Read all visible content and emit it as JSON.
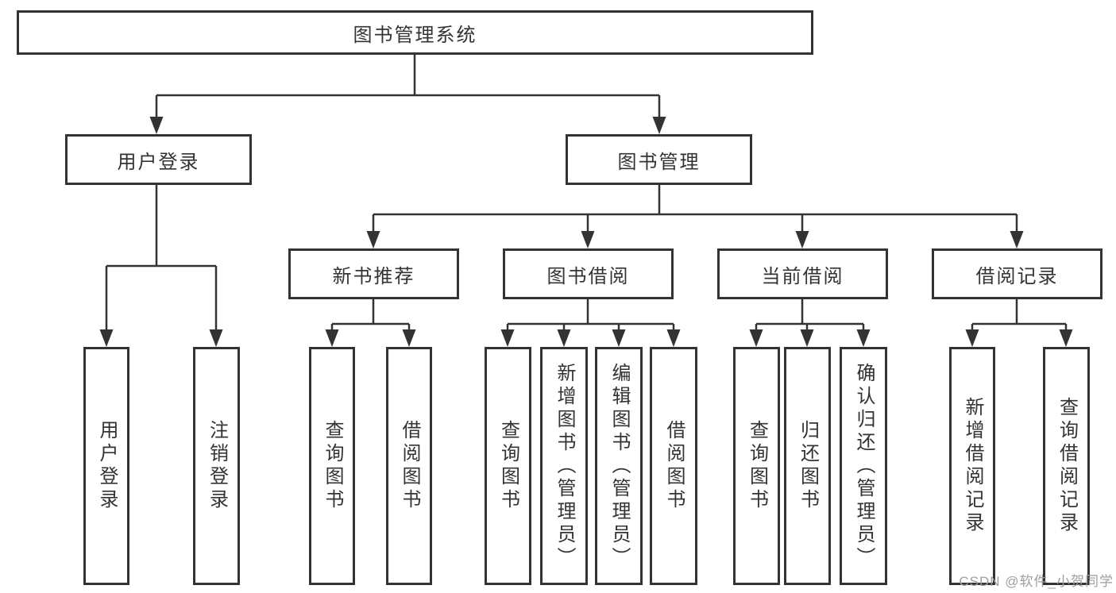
{
  "diagram": {
    "root": {
      "label": "图书管理系统"
    },
    "level1": [
      {
        "label": "用户登录"
      },
      {
        "label": "图书管理"
      }
    ],
    "level2": [
      {
        "label": "新书推荐"
      },
      {
        "label": "图书借阅"
      },
      {
        "label": "当前借阅"
      },
      {
        "label": "借阅记录"
      }
    ],
    "leaves": {
      "user_login": [
        "用户登录",
        "注销登录"
      ],
      "new_books": [
        "查询图书",
        "借阅图书"
      ],
      "book_borrow": [
        "查询图书",
        "新增图书（管理员）",
        "编辑图书（管理员）",
        "借阅图书"
      ],
      "current_borrow": [
        "查询图书",
        "归还图书",
        "确认归还（管理员）"
      ],
      "borrow_records": [
        "新增借阅记录",
        "查询借阅记录"
      ]
    }
  },
  "watermark": {
    "text": "CSDN @软件_小贺同学"
  },
  "colors": {
    "line": "#333333",
    "box_border": "#333333",
    "text": "#333333",
    "watermark": "#9e9e9e",
    "background": "#ffffff"
  }
}
